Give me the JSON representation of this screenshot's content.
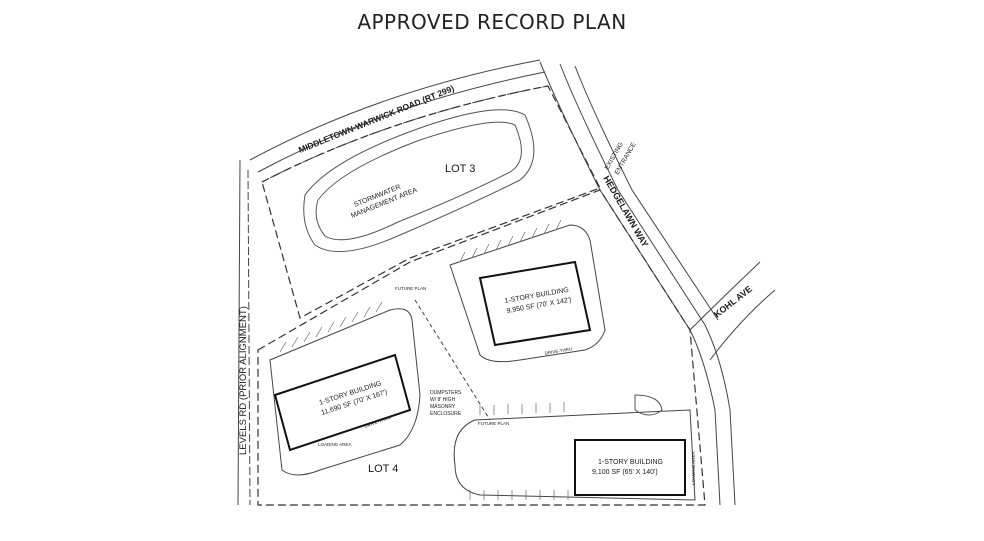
{
  "title": "APPROVED RECORD PLAN",
  "roads": {
    "middletown": "MIDDLETOWN-WARWICK ROAD (RT 299)",
    "hedgelawn": "HEDGELAWN WAY",
    "kohl": "KOHL AVE",
    "levels": "LEVELS RD (PRIOR ALIGNMENT)",
    "existing_entrance_1": "EXISTING",
    "existing_entrance_2": "ENTRANCE"
  },
  "lots": {
    "lot3": "LOT 3",
    "lot4": "LOT 4"
  },
  "areas": {
    "stormwater_1": "STORMWATER",
    "stormwater_2": "MANAGEMENT AREA",
    "dumpsters_1": "DUMPSTERS",
    "dumpsters_2": "W/ 8' HIGH",
    "dumpsters_3": "MASONRY",
    "dumpsters_4": "ENCLOSURE",
    "loading_left": "LOADING AREA",
    "loading_right": "LOADING AREA",
    "drive_thru_left": "DRIVE-THRU",
    "drive_thru_center": "DRIVE-THRU",
    "future_plan_1": "FUTURE PLAN",
    "future_plan_2": "FUTURE PLAN"
  },
  "buildings": {
    "b1": {
      "name": "1-STORY BUILDING",
      "size": "11,690 SF (70' X 167')"
    },
    "b2": {
      "name": "1-STORY BUILDING",
      "size": "9,950 SF (70' X 142')"
    },
    "b3": {
      "name": "1-STORY BUILDING",
      "size": "9,100 SF (65' X 140')"
    }
  }
}
